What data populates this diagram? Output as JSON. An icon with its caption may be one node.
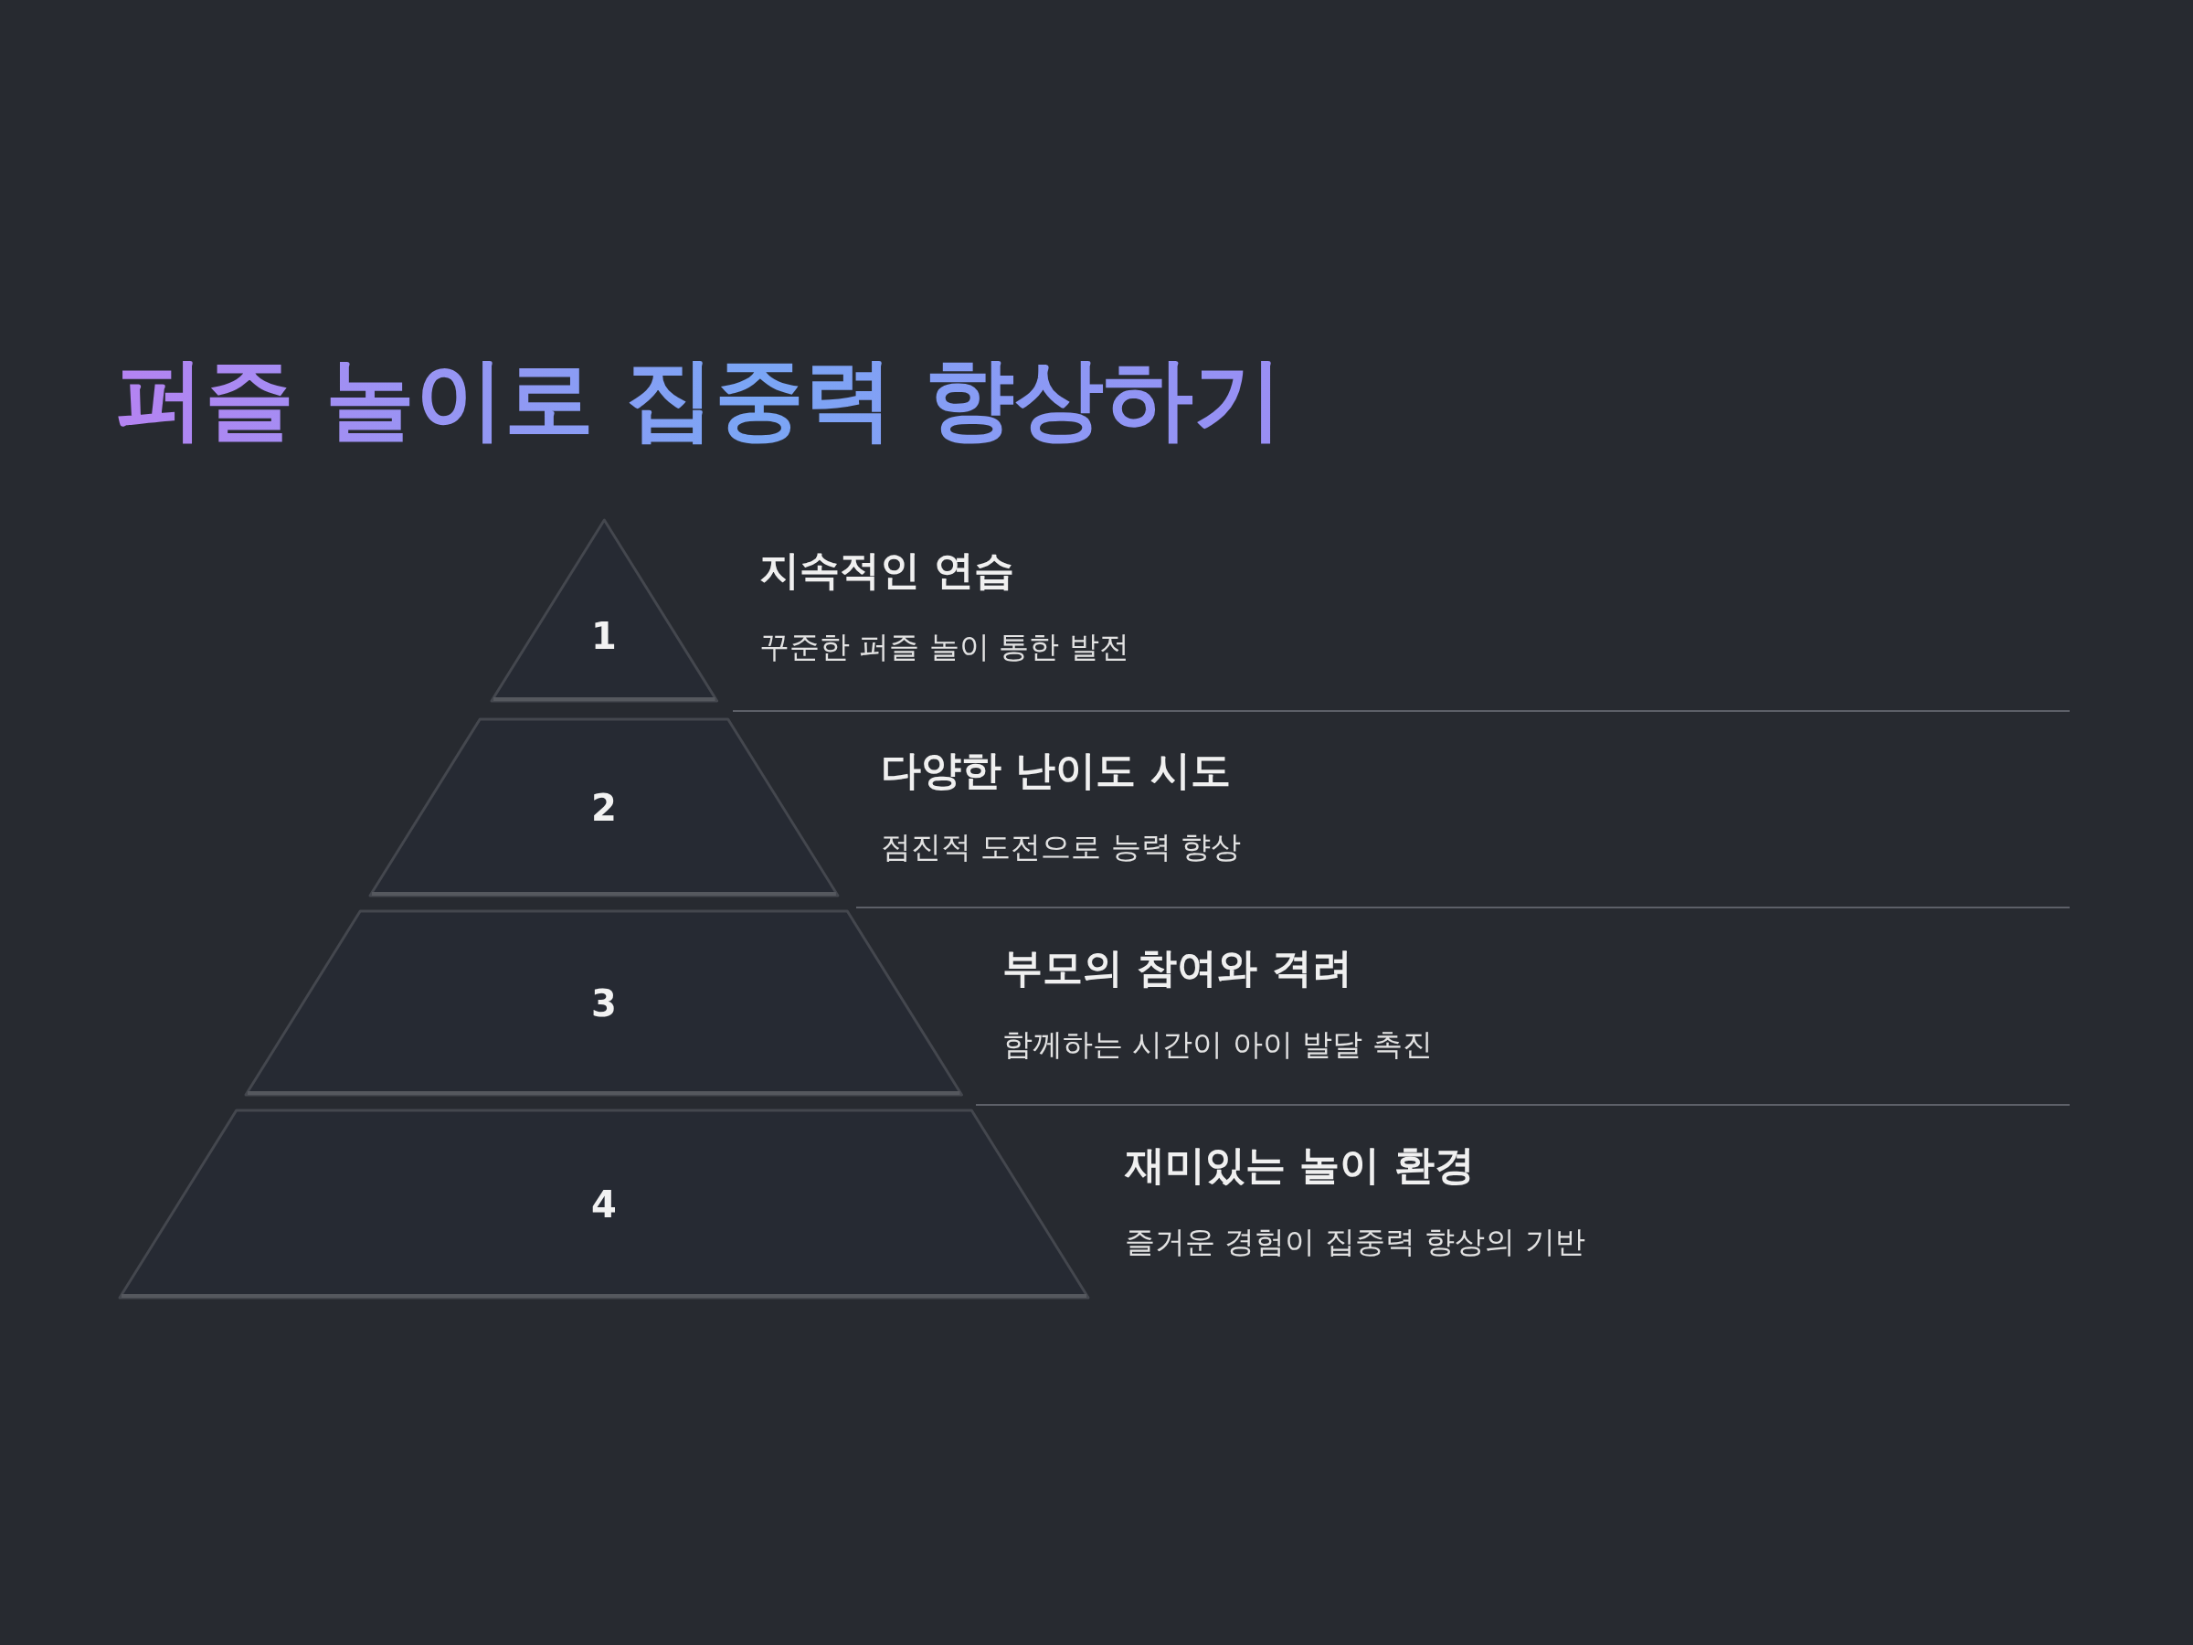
{
  "diagram": {
    "title": "퍼즐 놀이로 집중력 향상하기",
    "nodes": [
      {
        "text": [
          "1"
        ],
        "beside": [
          "지속적인 연습",
          "꾸준한 퍼즐 놀이 통한 발전"
        ]
      },
      {
        "text": [
          "2"
        ],
        "beside": [
          "다양한 난이도 시도",
          "점진적 도전으로 능력 향상"
        ]
      },
      {
        "text": [
          "3"
        ],
        "beside": [
          "부모의 참여와 격려",
          "함께하는 시간이 아이 발달 촉진"
        ]
      },
      {
        "text": [
          "4"
        ],
        "beside": [
          "재미있는 놀이 환경",
          "즐거운 경험이 집중력 향상의 기반"
        ]
      }
    ]
  }
}
